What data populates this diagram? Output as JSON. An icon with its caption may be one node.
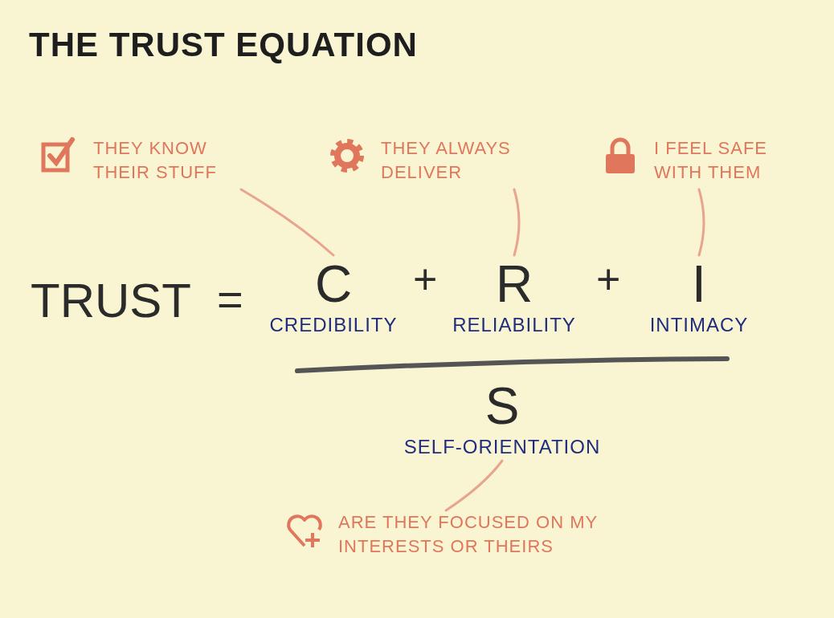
{
  "diagram": {
    "title": "THE TRUST EQUATION",
    "nodes": [
      {
        "text": [
          "THEY KNOW THEIR STUFF"
        ]
      },
      {
        "text": [
          "THEY ALWAYS DELIVER"
        ]
      },
      {
        "text": [
          "I FEEL SAFE WITH THEM"
        ]
      },
      {
        "text": [
          "C",
          "CREDIBILITY"
        ]
      },
      {
        "text": [
          "R",
          "RELIABILITY"
        ]
      },
      {
        "text": [
          "I",
          "INTIMACY"
        ]
      },
      {
        "text": [
          "S",
          "SELF-ORIENTATION"
        ]
      },
      {
        "text": [
          "ARE THEY FOCUSED ON MY INTERESTS OR THEIRS"
        ]
      }
    ],
    "edges": [
      {
        "from": 0,
        "to": 3,
        "arrow": "none"
      },
      {
        "from": 1,
        "to": 4,
        "arrow": "none"
      },
      {
        "from": 2,
        "to": 5,
        "arrow": "none"
      },
      {
        "from": 7,
        "to": 6,
        "arrow": "none"
      }
    ],
    "labels": [
      "TRUST",
      "=",
      "+",
      "+"
    ]
  }
}
